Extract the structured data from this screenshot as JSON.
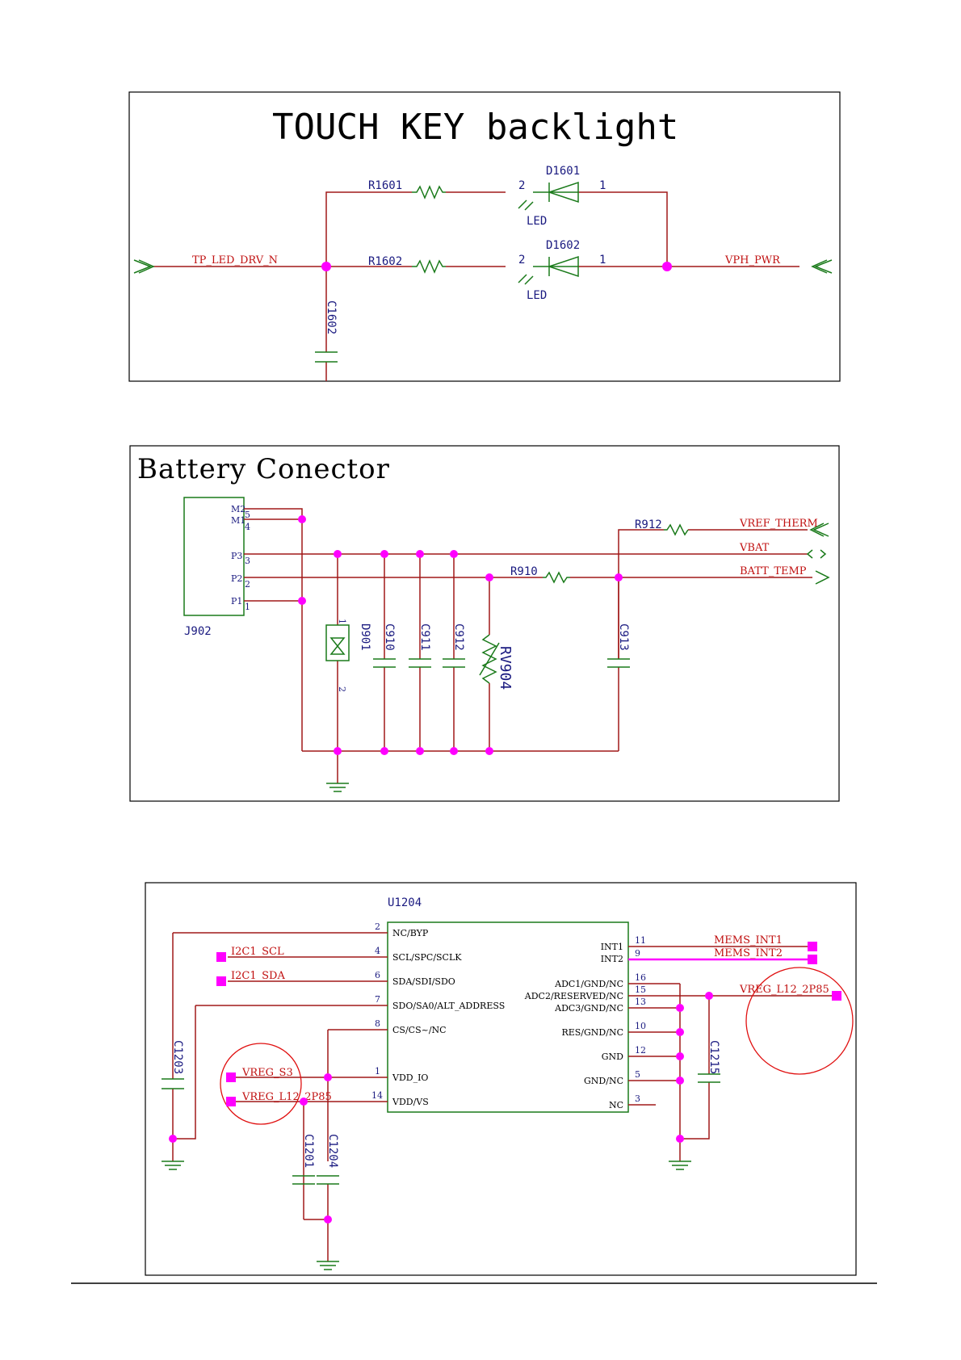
{
  "touch_key": {
    "title": "TOUCH KEY backlight",
    "r1": "R1601",
    "r2": "R1602",
    "d1": "D1601",
    "d2": "D1602",
    "led": "LED",
    "pin2": "2",
    "pin1": "1",
    "net_in": "TP_LED_DRV_N",
    "net_out": "VPH_PWR",
    "cap": "C1602"
  },
  "battery": {
    "title": "Battery Conector",
    "connector": "J902",
    "pins": [
      {
        "name": "M2",
        "num": "5"
      },
      {
        "name": "M1",
        "num": "4"
      },
      {
        "name": "P3",
        "num": "3"
      },
      {
        "name": "P2",
        "num": "2"
      },
      {
        "name": "P1",
        "num": "1"
      }
    ],
    "r912": "R912",
    "r910": "R910",
    "net_vref": "VREF_THERM",
    "net_vbat": "VBAT",
    "net_batt_temp": "BATT_TEMP",
    "d901": "D901",
    "c910": "C910",
    "c911": "C911",
    "c912": "C912",
    "c913": "C913",
    "rv904": "RV904",
    "d_pin1": "1",
    "d_pin2": "2"
  },
  "sensor": {
    "ref": "U1204",
    "left_pins": [
      {
        "num": "2",
        "name": "NC/BYP"
      },
      {
        "num": "4",
        "name": "SCL/SPC/SCLK"
      },
      {
        "num": "6",
        "name": "SDA/SDI/SDO"
      },
      {
        "num": "7",
        "name": "SDO/SA0/ALT_ADDRESS"
      },
      {
        "num": "8",
        "name": "CS/CS~/NC"
      },
      {
        "num": "1",
        "name": "VDD_IO"
      },
      {
        "num": "14",
        "name": "VDD/VS"
      }
    ],
    "right_pins": [
      {
        "num": "11",
        "name": "INT1"
      },
      {
        "num": "9",
        "name": "INT2"
      },
      {
        "num": "16",
        "name": "ADC1/GND/NC"
      },
      {
        "num": "15",
        "name": "ADC2/RESERVED/NC"
      },
      {
        "num": "13",
        "name": "ADC3/GND/NC"
      },
      {
        "num": "10",
        "name": "RES/GND/NC"
      },
      {
        "num": "12",
        "name": "GND"
      },
      {
        "num": "5",
        "name": "GND/NC"
      },
      {
        "num": "3",
        "name": "NC"
      }
    ],
    "net_scl": "I2C1_SCL",
    "net_sda": "I2C1_SDA",
    "net_vreg_s3": "VREG_S3",
    "net_vreg_l12_left": "VREG_L12_2P85",
    "net_int1": "MEMS_INT1",
    "net_int2": "MEMS_INT2",
    "net_vreg_l12_right": "VREG_L12_2P85",
    "c1203": "C1203",
    "c1215": "C1215",
    "c1201": "C1201",
    "c1204": "C1204"
  }
}
